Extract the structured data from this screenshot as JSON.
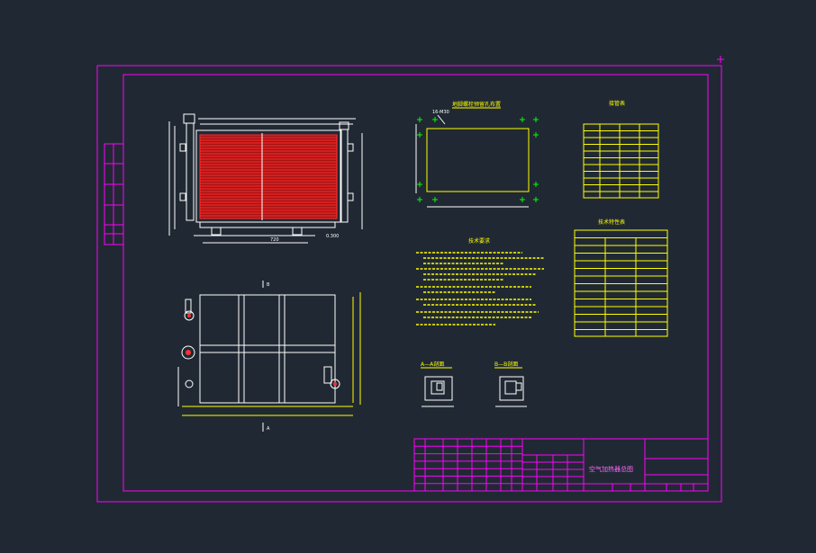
{
  "drawing": {
    "views": {
      "section_a": "A—A剖面",
      "section_b": "B—B剖面",
      "foundation": "地脚螺栓预留孔布置"
    },
    "tables": {
      "nozzle_table": "接管表",
      "tech_spec": "技术特性表"
    },
    "notes_title": "技术要求",
    "title_block": {
      "drawing_title": "空气加热器总图"
    }
  }
}
